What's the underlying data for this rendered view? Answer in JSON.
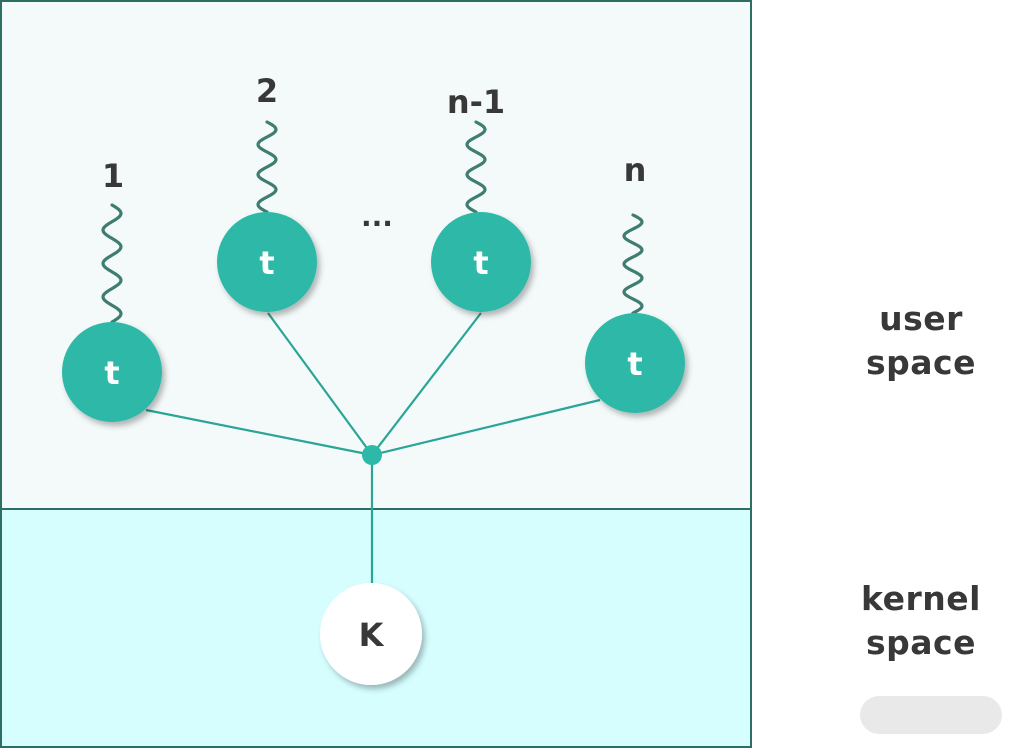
{
  "diagram": {
    "zones": {
      "user": {
        "line1": "user",
        "line2": "space"
      },
      "kernel": {
        "line1": "kernel",
        "line2": "space"
      }
    },
    "threads": [
      {
        "number": "1",
        "node_label": "t"
      },
      {
        "number": "2",
        "node_label": "t"
      },
      {
        "number": "n-1",
        "node_label": "t"
      },
      {
        "number": "n",
        "node_label": "t"
      }
    ],
    "ellipsis": "...",
    "kernel_node": {
      "label": "K"
    }
  },
  "colors": {
    "thread_fill": "#2db8a8",
    "connector": "#2aa597",
    "squiggle": "#3f7d72",
    "zone_border": "#2e6f64",
    "user_bg": "#f4fafa",
    "kernel_bg": "#d6feff",
    "text": "#383838"
  }
}
